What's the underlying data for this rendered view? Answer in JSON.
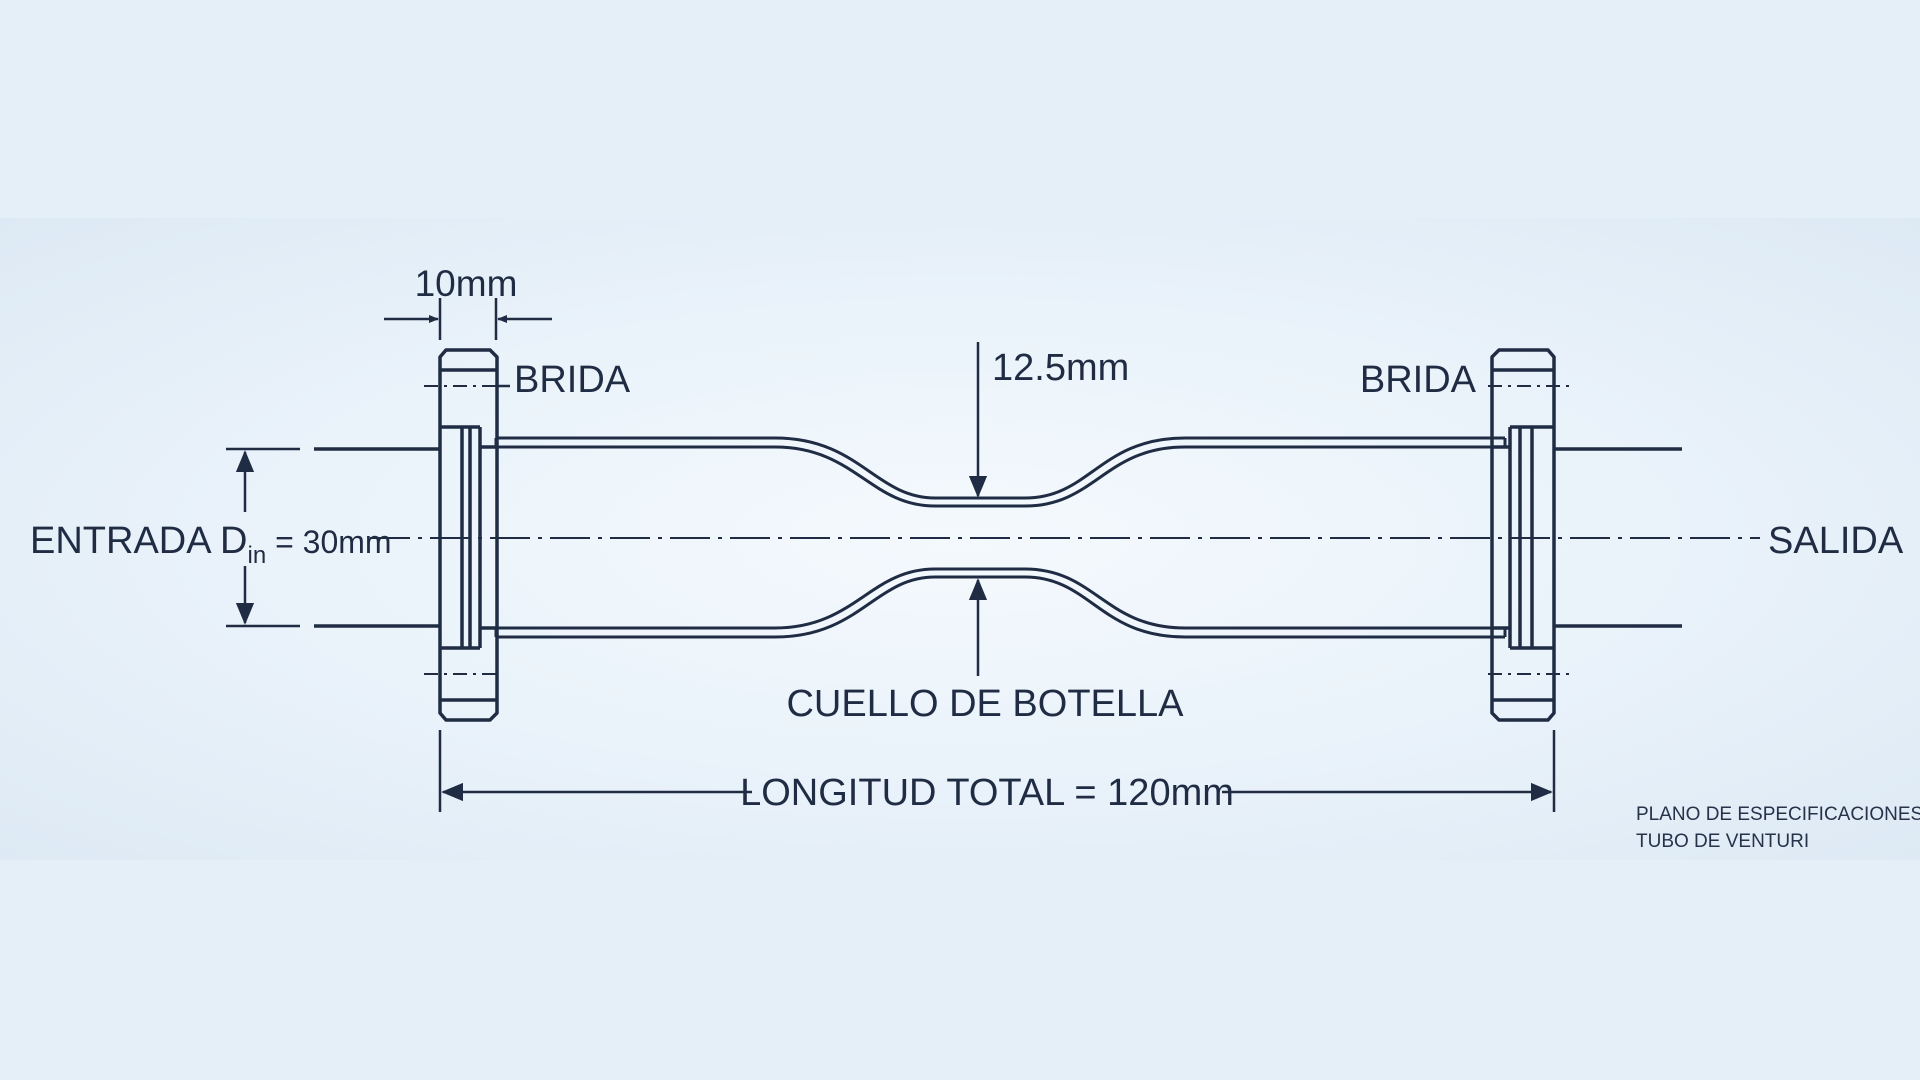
{
  "labels": {
    "flange_width": "10mm",
    "brida_left": "BRIDA",
    "brida_right": "BRIDA",
    "throat_diameter": "12.5mm",
    "inlet_prefix": "ENTRADA D",
    "inlet_sub": "in",
    "inlet_suffix": " = 30mm",
    "outlet": "SALIDA",
    "throat": "CUELLO DE BOTELLA",
    "total_length": "LONGITUD TOTAL = 120mm"
  },
  "title_block": {
    "line1": "PLANO DE ESPECIFICACIONES:",
    "line2": "TUBO DE VENTURI"
  },
  "colors": {
    "ink": "#1f2c44",
    "background": "#e5eff8"
  }
}
